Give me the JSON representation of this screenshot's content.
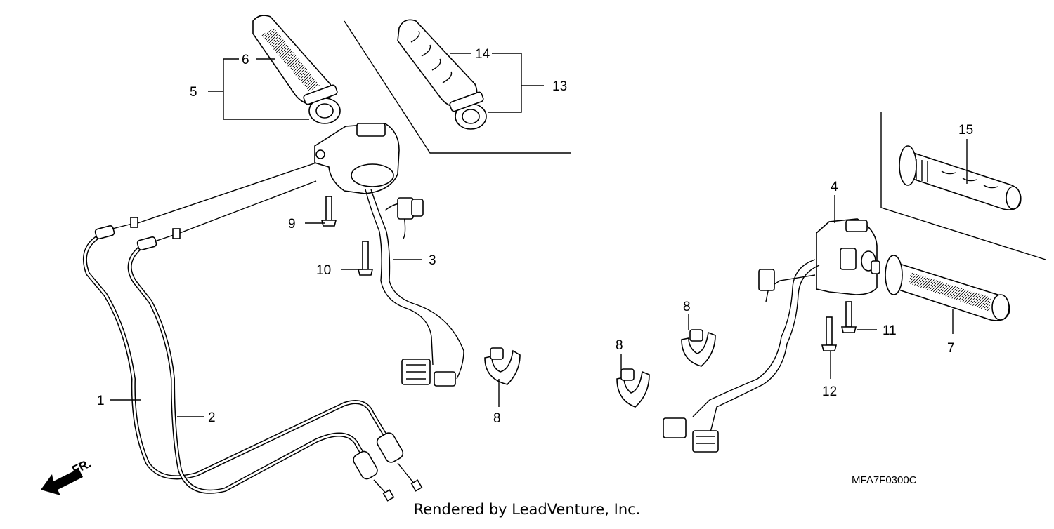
{
  "diagram": {
    "callouts": [
      "1",
      "2",
      "3",
      "4",
      "5",
      "6",
      "7",
      "8",
      "9",
      "10",
      "11",
      "12",
      "13",
      "14",
      "15"
    ],
    "front_marker": "FR.",
    "drawing_code": "MFA7F0300C"
  },
  "footer": {
    "credit": "Rendered by LeadVenture, Inc."
  }
}
